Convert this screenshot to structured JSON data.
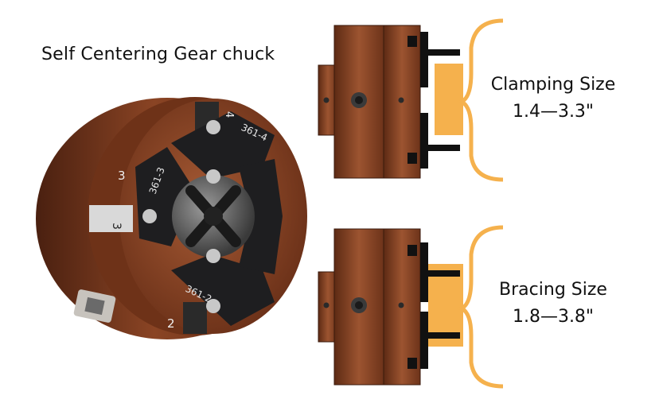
{
  "title": "Self Centering Gear chuck",
  "clamping": {
    "label": "Clamping Size",
    "range": "1.4—3.3\""
  },
  "bracing": {
    "label": "Bracing Size",
    "range": "1.8—3.8\""
  },
  "chuck_markings": {
    "jaw_top": "361-4",
    "jaw_left": "361-3",
    "jaw_bottom": "361-2",
    "num_top": "4",
    "num_left": "3",
    "num_slot": "3",
    "num_bottom": "2"
  },
  "colors": {
    "body": "#7a3a20",
    "accent": "#f5b14d",
    "jaw": "#1e1e20"
  }
}
